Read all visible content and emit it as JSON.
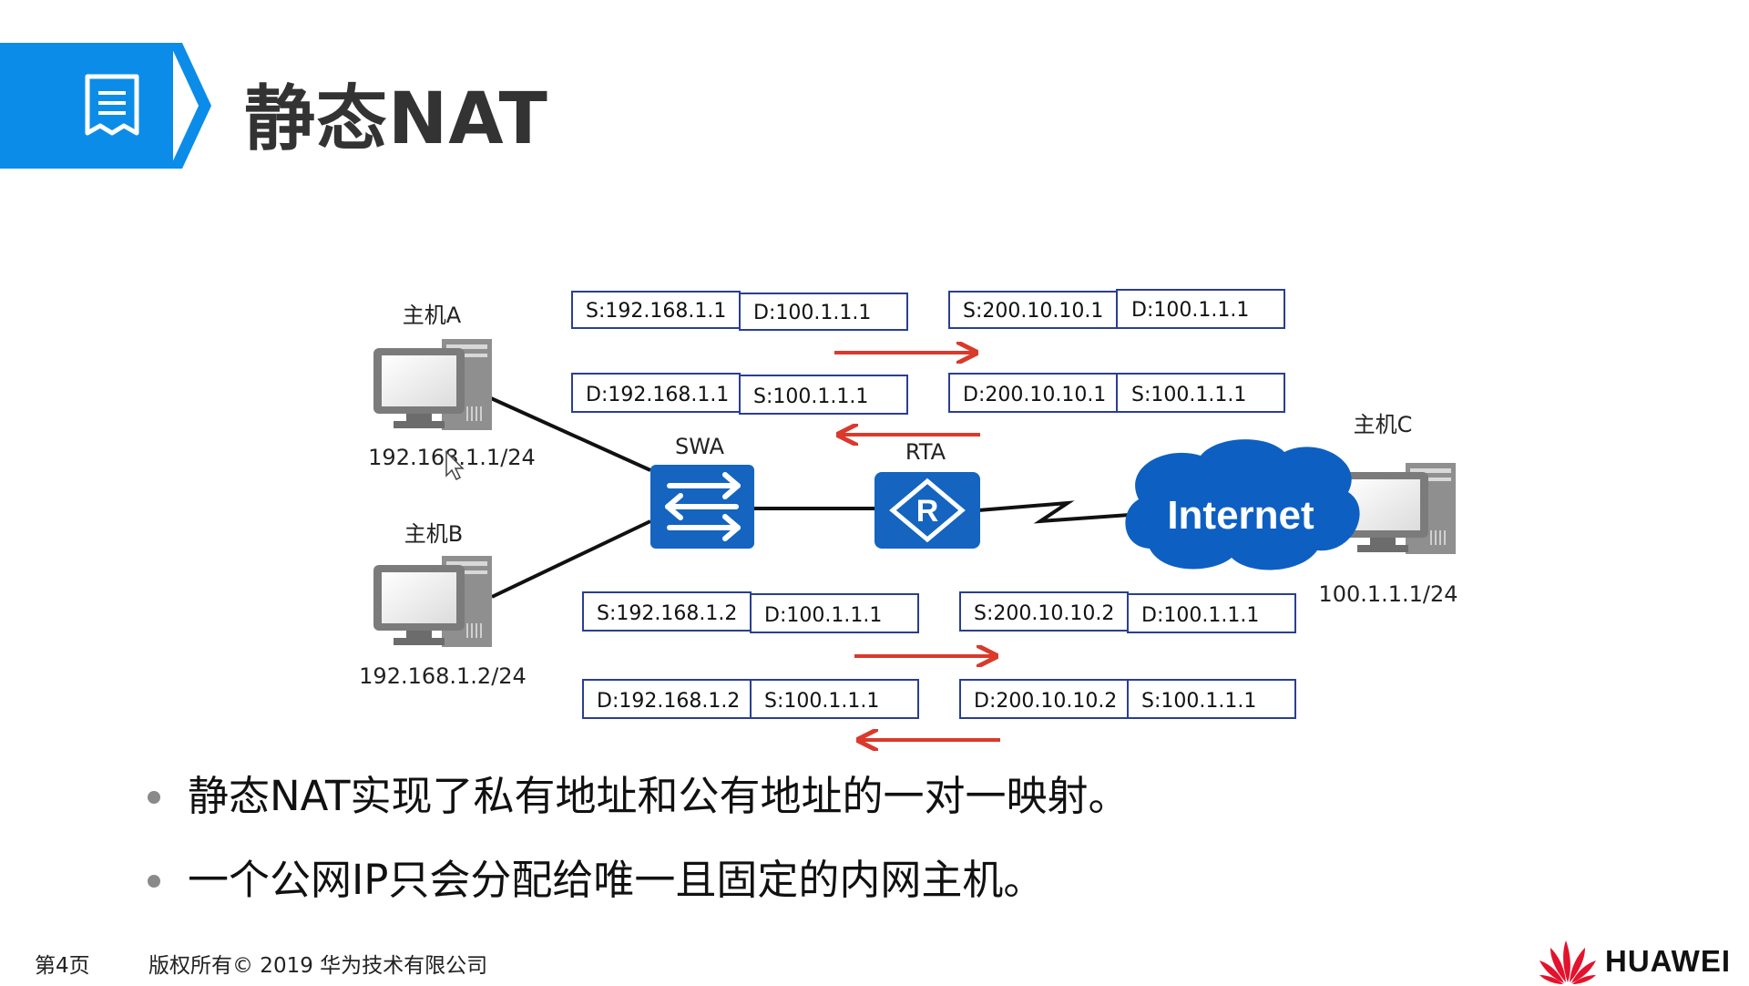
{
  "header": {
    "title": "静态NAT",
    "icon": "document-list-icon"
  },
  "diagram": {
    "hosts": {
      "a": {
        "label": "主机A",
        "ip": "192.168.1.1/24"
      },
      "b": {
        "label": "主机B",
        "ip": "192.168.1.2/24"
      },
      "c": {
        "label": "主机C",
        "ip": "100.1.1.1/24"
      }
    },
    "devices": {
      "swa": "SWA",
      "rta": "RTA",
      "internet": "Internet"
    },
    "packets": {
      "top_left_out": {
        "src": "S:192.168.1.1",
        "dst": "D:100.1.1.1"
      },
      "top_right_out": {
        "src": "S:200.10.10.1",
        "dst": "D:100.1.1.1"
      },
      "top_left_in": {
        "dst": "D:192.168.1.1",
        "src": "S:100.1.1.1"
      },
      "top_right_in": {
        "dst": "D:200.10.10.1",
        "src": "S:100.1.1.1"
      },
      "bottom_left_out": {
        "src": "S:192.168.1.2",
        "dst": "D:100.1.1.1"
      },
      "bottom_right_out": {
        "src": "S:200.10.10.2",
        "dst": "D:100.1.1.1"
      },
      "bottom_left_in": {
        "dst": "D:192.168.1.2",
        "src": "S:100.1.1.1"
      },
      "bottom_right_in": {
        "dst": "D:200.10.10.2",
        "src": "S:100.1.1.1"
      }
    },
    "colors": {
      "device_blue": "#1464c0",
      "arrow_red": "#d93a2b",
      "box_border": "#2a3f8f"
    }
  },
  "bullets": [
    "静态NAT实现了私有地址和公有地址的一对一映射。",
    "一个公网IP只会分配给唯一且固定的内网主机。"
  ],
  "footer": {
    "page": "第4页",
    "copyright": "版权所有© 2019 华为技术有限公司",
    "brand": "HUAWEI",
    "brand_icon": "huawei-flower-logo"
  }
}
